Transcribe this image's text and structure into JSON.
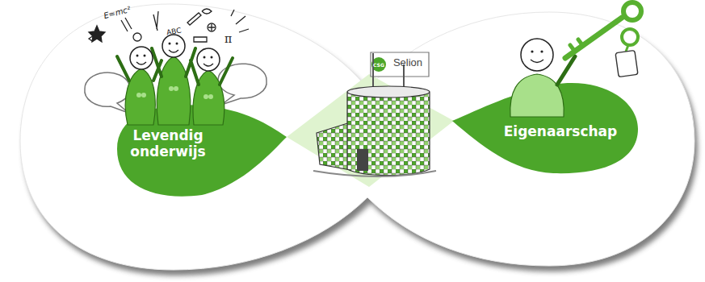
{
  "diagram": {
    "nodes": [
      {
        "text": [
          "Levendig onderwijs"
        ]
      },
      {
        "text": [
          "Selion"
        ]
      },
      {
        "text": [
          "Eigenaarschap"
        ]
      }
    ],
    "labels": [
      "CSG",
      "E=mc²",
      "ABC",
      "π"
    ]
  }
}
